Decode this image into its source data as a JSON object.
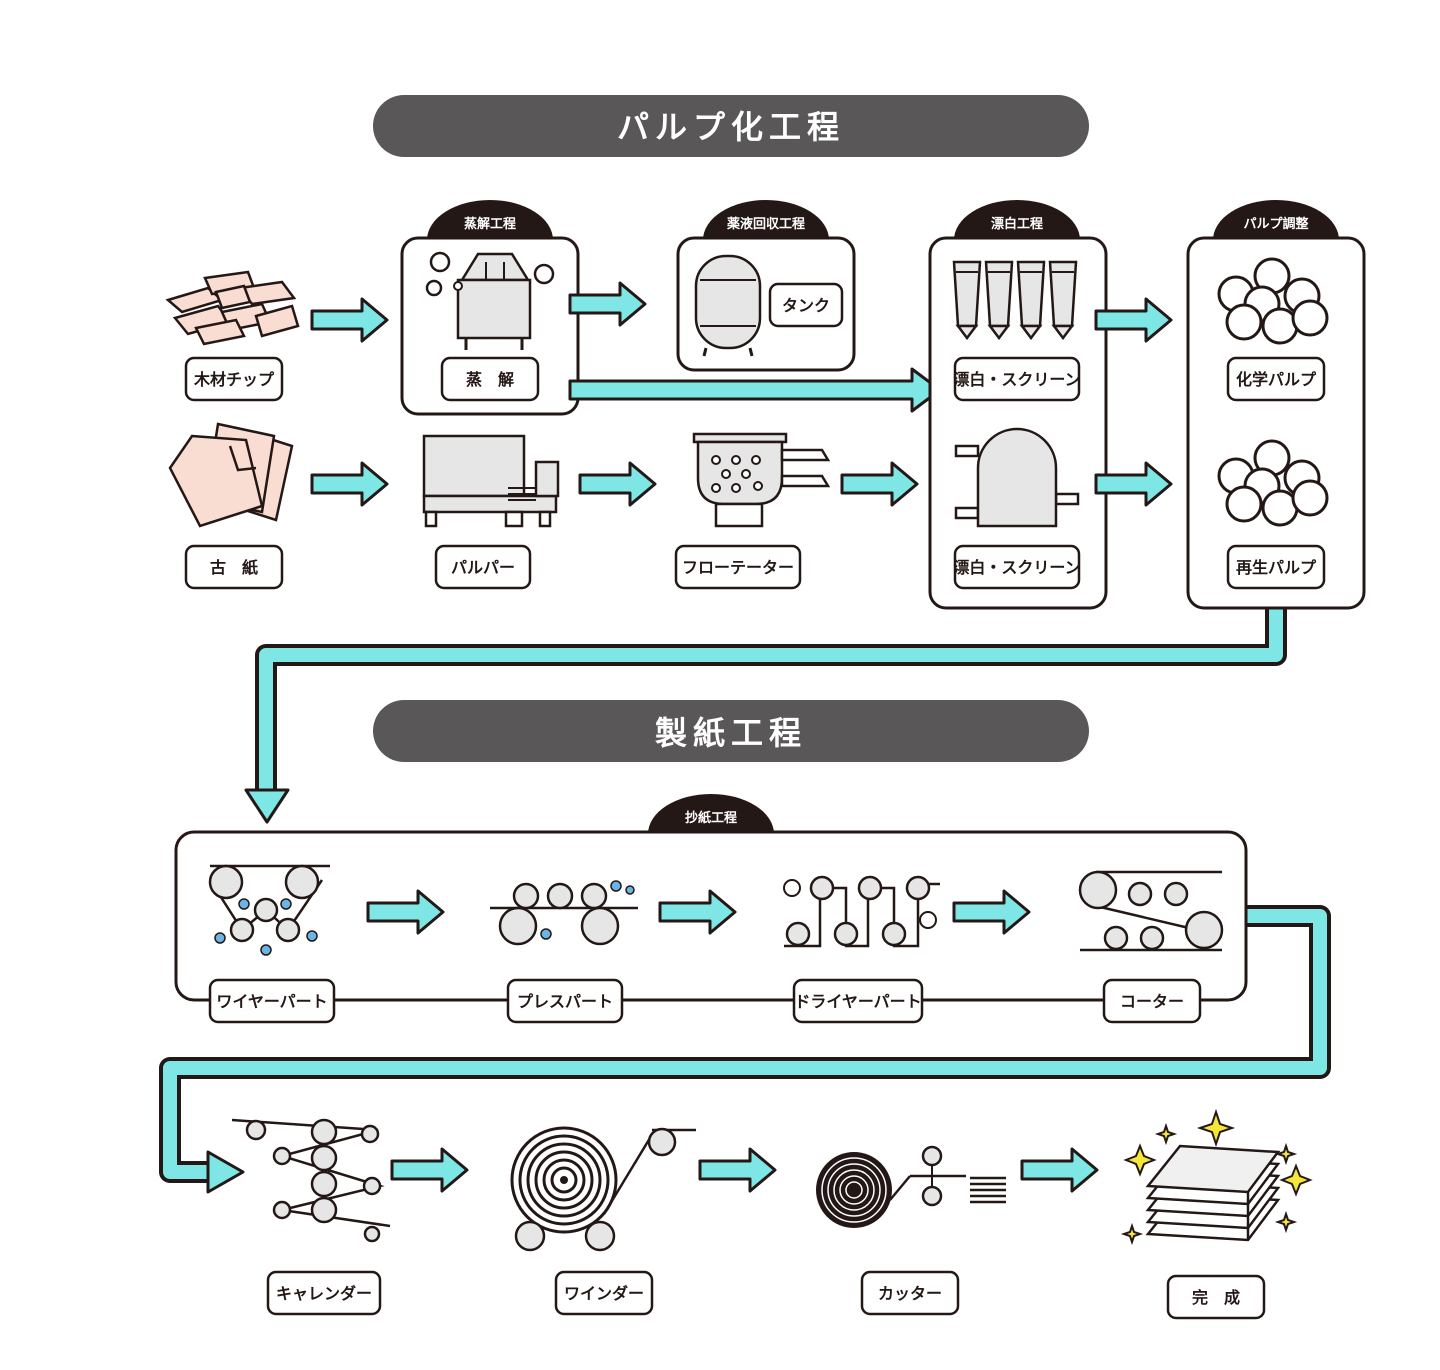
{
  "colors": {
    "outline": "#231815",
    "header_bg": "#595757",
    "arrow_fill": "#7fe6e6",
    "chip_fill": "#f9dcd2",
    "sparkle": "#f5e73a",
    "drop": "#6bb5e6"
  },
  "sections": {
    "pulp": "パルプ化工程",
    "paper": "製紙工程"
  },
  "tabs": {
    "digest": "蒸解工程",
    "recovery": "薬液回収工程",
    "bleach": "漂白工程",
    "adjust": "パルプ調整",
    "papermaking": "抄紙工程"
  },
  "labels": {
    "wood_chip": "木材チップ",
    "old_paper": "古　紙",
    "digest": "蒸　解",
    "tank": "タンク",
    "pulper": "パルパー",
    "flotator": "フローテーター",
    "bleach_screen_top": "漂白・スクリーン",
    "bleach_screen_bottom": "漂白・スクリーン",
    "chemical_pulp": "化学パルプ",
    "recycled_pulp": "再生パルプ",
    "wire_part": "ワイヤーパート",
    "press_part": "プレスパート",
    "dryer_part": "ドライヤーパート",
    "coater": "コーター",
    "calender": "キャレンダー",
    "winder": "ワインダー",
    "cutter": "カッター",
    "complete": "完　成"
  },
  "icons": {
    "wood_chip": "wood-chips-icon",
    "old_paper": "paper-stack-icon",
    "digester": "digester-icon",
    "tank": "tank-icon",
    "pulper": "pulper-icon",
    "flotator": "flotator-icon",
    "bleach_towers": "bleach-towers-icon",
    "bleach_dome": "bleach-dome-icon",
    "pulp_cloud": "pulp-cloud-icon",
    "rollers": "rollers-icon",
    "paper_roll": "paper-roll-icon",
    "sparkle": "sparkle-icon"
  }
}
